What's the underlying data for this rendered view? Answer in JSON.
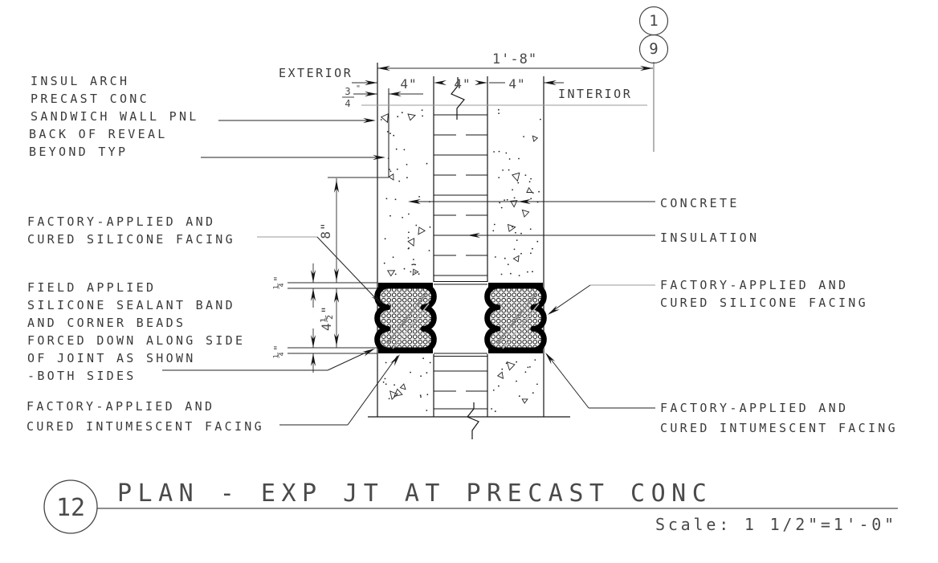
{
  "drawing": {
    "orientation": {
      "exterior": "EXTERIOR",
      "interior": "INTERIOR"
    },
    "reference_bubbles": {
      "detail": "1",
      "sheet": "9"
    },
    "dims": {
      "overall": "1'-8\"",
      "bays": [
        "4\"",
        "4\"",
        "4\""
      ],
      "reveal": {
        "num": "3",
        "den": "4",
        "mark": "\""
      },
      "joint_offset": "8\"",
      "facing_top": "¼\"",
      "joint_height": "4½\"",
      "facing_bottom": "¼\""
    },
    "callouts_left": [
      {
        "lines": [
          "INSUL ARCH",
          "PRECAST CONC",
          "SANDWICH WALL PNL"
        ]
      },
      {
        "lines": [
          "BACK OF REVEAL",
          "BEYOND TYP"
        ]
      },
      {
        "lines": [
          "FACTORY-APPLIED AND",
          "CURED SILICONE FACING"
        ]
      },
      {
        "lines": [
          "FIELD APPLIED",
          "SILICONE SEALANT BAND",
          "AND CORNER BEADS",
          "FORCED DOWN ALONG SIDE",
          "OF JOINT AS SHOWN",
          "-BOTH SIDES"
        ]
      },
      {
        "lines": [
          "FACTORY-APPLIED AND",
          "CURED INTUMESCENT FACING"
        ]
      }
    ],
    "callouts_right": [
      {
        "lines": [
          "CONCRETE"
        ]
      },
      {
        "lines": [
          "INSULATION"
        ]
      },
      {
        "lines": [
          "FACTORY-APPLIED AND",
          "CURED SILICONE FACING"
        ]
      },
      {
        "lines": [
          "FACTORY-APPLIED AND",
          "CURED INTUMESCENT FACING"
        ]
      }
    ],
    "title_block": {
      "detail_number": "12",
      "title": "PLAN - EXP JT AT PRECAST CONC",
      "scale": "Scale:  1 1/2\"=1'-0\""
    }
  }
}
